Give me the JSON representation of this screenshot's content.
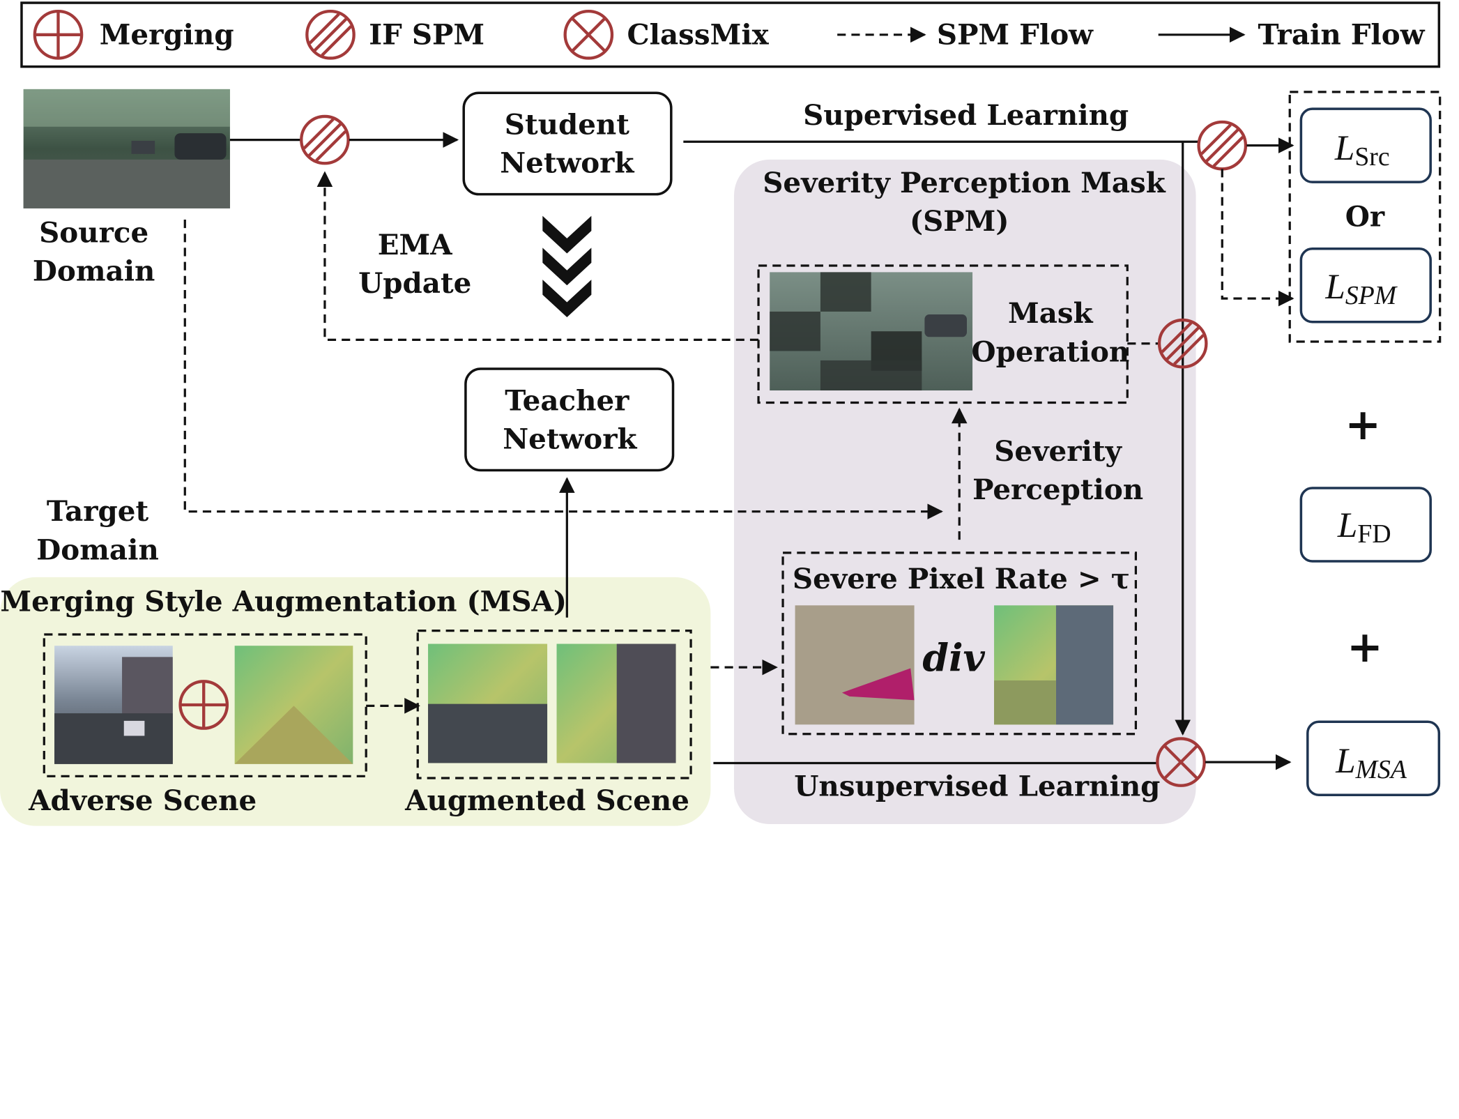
{
  "legend": {
    "merging": "Merging",
    "if_spm": "IF SPM",
    "classmix": "ClassMix",
    "spm_flow": "SPM Flow",
    "train_flow": "Train Flow"
  },
  "source_domain": {
    "line1": "Source",
    "line2": "Domain"
  },
  "target_domain": {
    "line1": "Target",
    "line2": "Domain"
  },
  "student": {
    "line1": "Student",
    "line2": "Network"
  },
  "teacher": {
    "line1": "Teacher",
    "line2": "Network"
  },
  "ema": {
    "line1": "EMA",
    "line2": "Update"
  },
  "supervised": "Supervised Learning",
  "unsupervised": "Unsupervised Learning",
  "spm_panel": {
    "title1": "Severity Perception Mask",
    "title2": "(SPM)"
  },
  "mask_op": {
    "line1": "Mask",
    "line2": "Operation"
  },
  "severity": {
    "line1": "Severity",
    "line2": "Perception"
  },
  "severe_rate": "Severe Pixel Rate  > τ",
  "div": "div",
  "msa_panel": {
    "title": "Merging Style Augmentation (MSA)"
  },
  "adverse_scene": "Adverse Scene",
  "augmented_scene": "Augmented Scene",
  "losses": {
    "src": {
      "main": "L",
      "sub": "Src"
    },
    "or": "Or",
    "spm": {
      "main": "L",
      "sub": "SPM"
    },
    "plus": "+",
    "fd": {
      "main": "L",
      "sub": "FD"
    },
    "msa": {
      "main": "L",
      "sub": "MSA"
    }
  },
  "colors": {
    "symbol": "#a33a3a",
    "msa_bg": "#f1f5dc",
    "spm_bg": "#e8e3ea",
    "loss_border": "#1f3552"
  }
}
